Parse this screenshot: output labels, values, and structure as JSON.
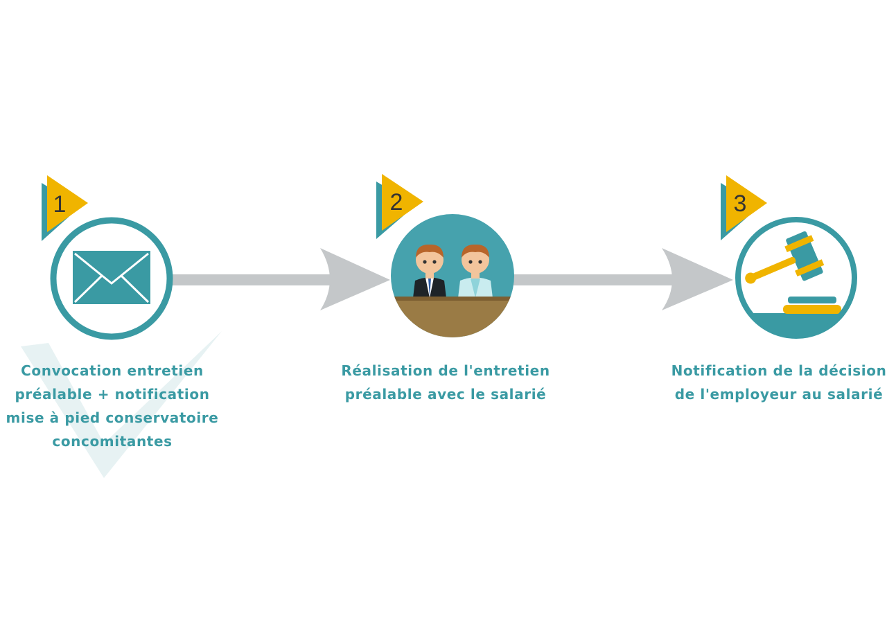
{
  "steps": [
    {
      "number": "1",
      "icon": "envelope-icon",
      "lines": [
        "Convocation entretien",
        "préalable + notification",
        "mise à pied conservatoire",
        "concomitantes"
      ]
    },
    {
      "number": "2",
      "icon": "two-people-at-table-icon",
      "lines": [
        "Réalisation de l'entretien",
        "préalable avec le salarié"
      ]
    },
    {
      "number": "3",
      "icon": "gavel-icon",
      "lines": [
        "Notification de la décision",
        "de l'employeur au salarié"
      ]
    }
  ],
  "colors": {
    "teal": "#3a9aa3",
    "yellow": "#f0b400",
    "arrow_gray": "#c4c7c9",
    "wood": "#9a7b45",
    "skin": "#f3c59c",
    "hair": "#b8652a",
    "check_watermark": "#e4f1f2"
  }
}
